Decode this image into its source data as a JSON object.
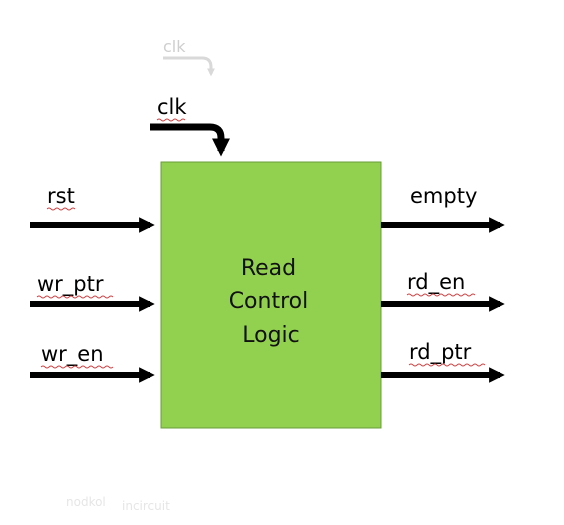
{
  "block": {
    "lines": [
      "Read",
      "Control",
      "Logic"
    ],
    "fill": "#92d050",
    "border": "#6a9c3a"
  },
  "clock": {
    "label": "clk",
    "ghost_label": "clk"
  },
  "inputs": [
    {
      "id": "rst",
      "label": "rst"
    },
    {
      "id": "wr_ptr",
      "label": "wr_ptr"
    },
    {
      "id": "wr_en",
      "label": "wr_en"
    }
  ],
  "outputs": [
    {
      "id": "empty",
      "label": "empty"
    },
    {
      "id": "rd_en",
      "label": "rd_en"
    },
    {
      "id": "rd_ptr",
      "label": "rd_ptr"
    }
  ],
  "watermark": [
    "nodkol",
    "incircuit"
  ]
}
